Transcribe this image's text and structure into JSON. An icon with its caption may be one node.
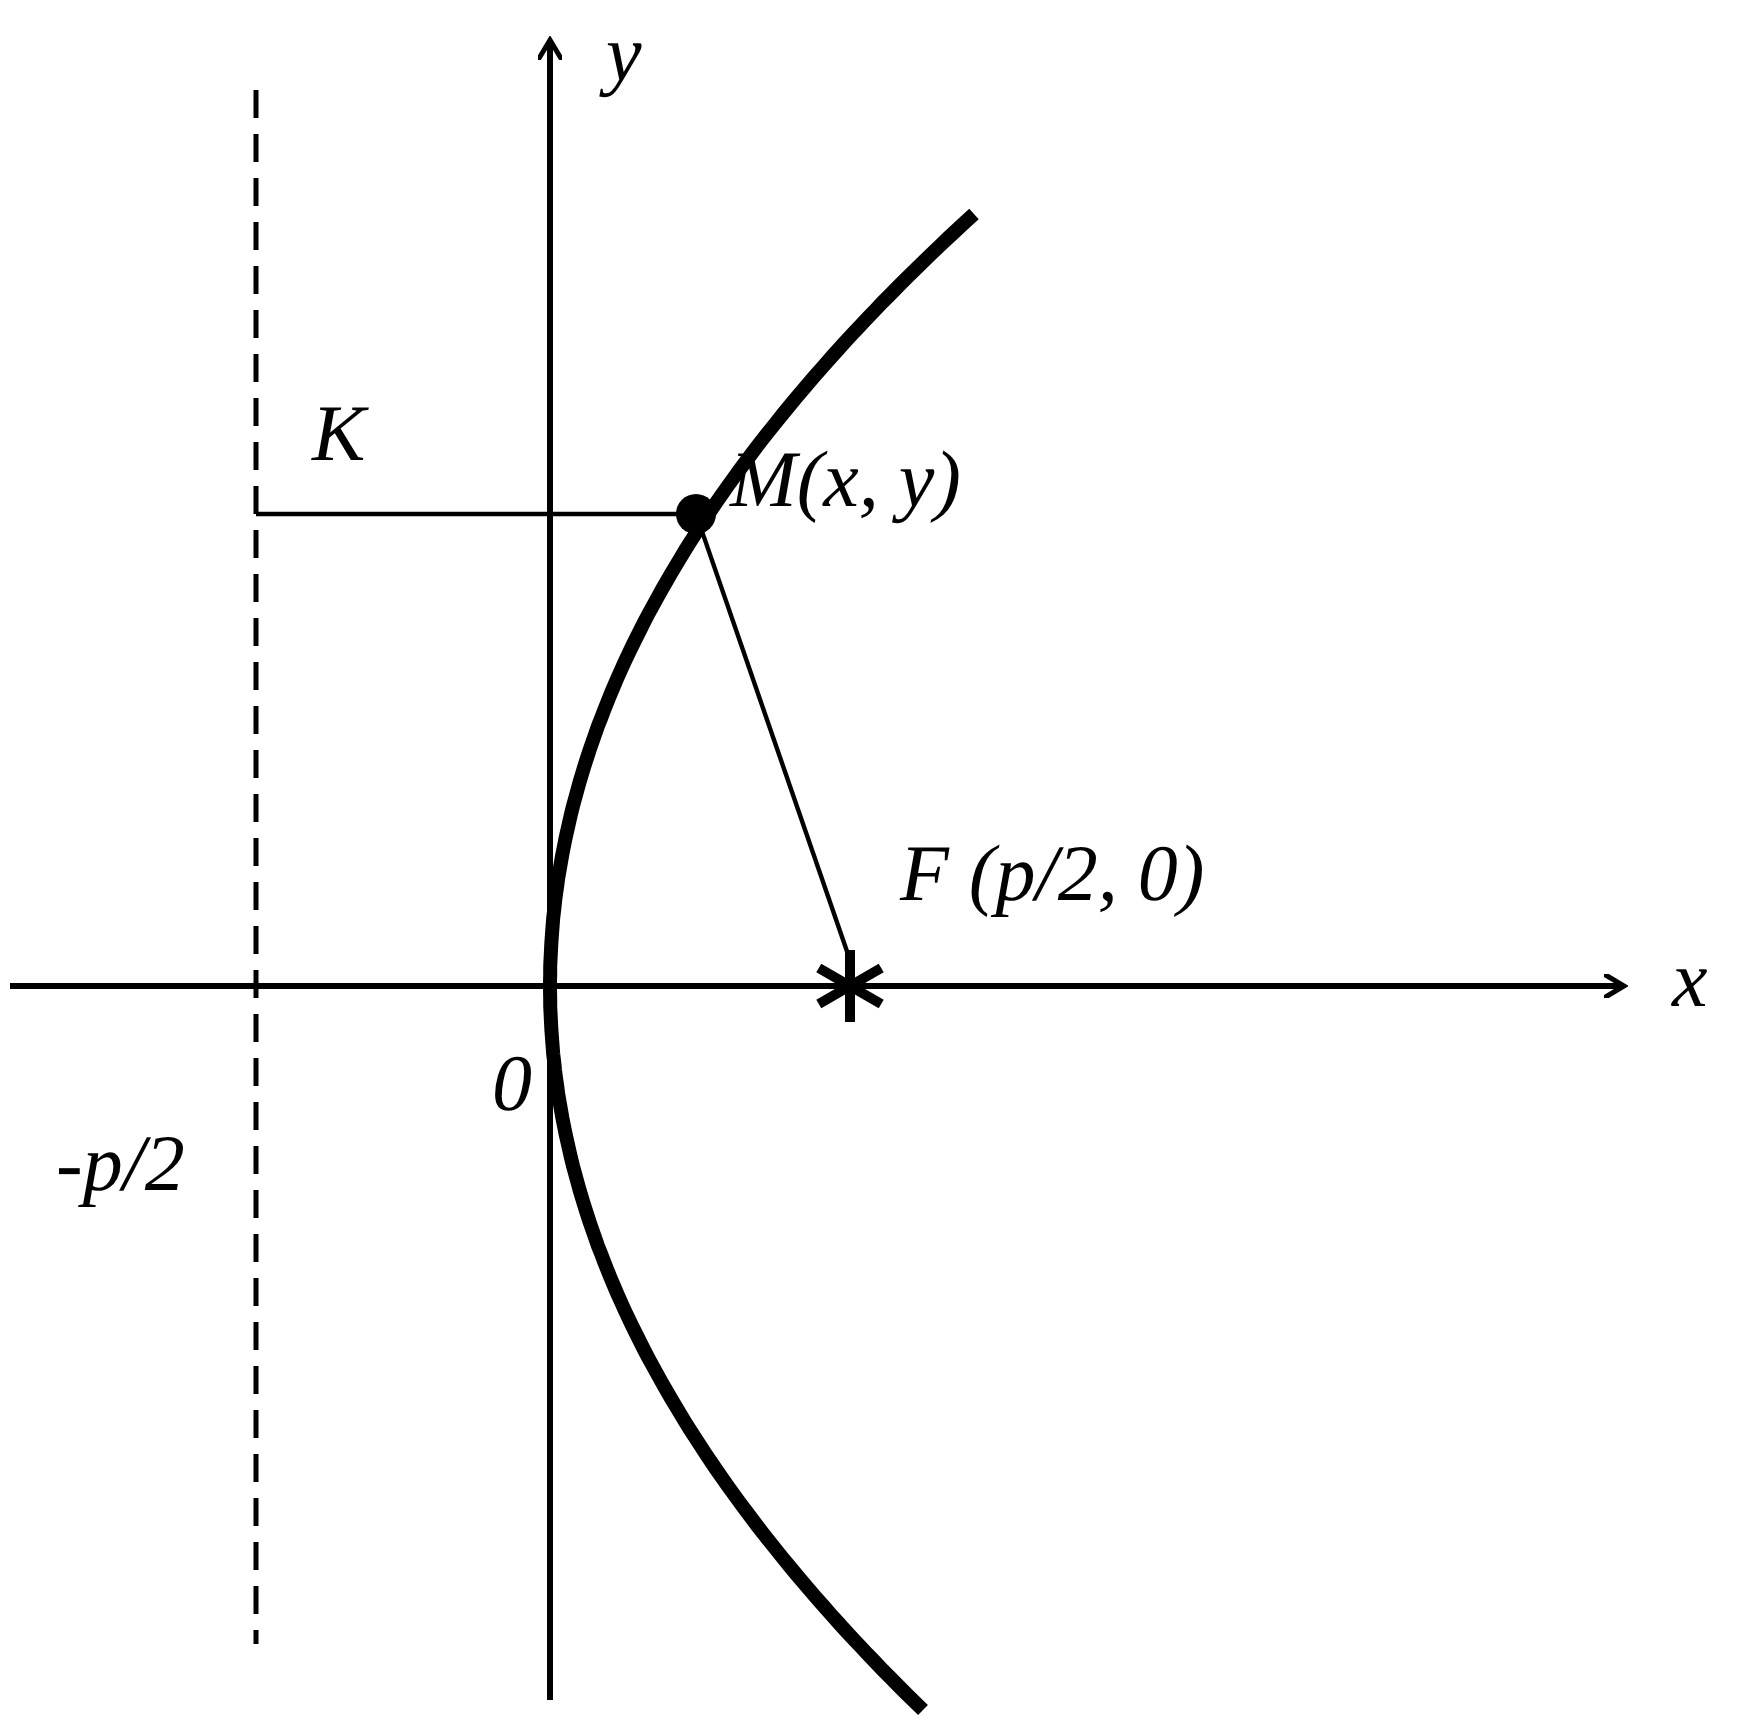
{
  "diagram": {
    "nodes": [
      {
        "text": [
          "K"
        ]
      },
      {
        "text": [
          "M(x, y)"
        ]
      },
      {
        "text": [
          "F (p/2, 0)"
        ]
      }
    ],
    "edges": [
      {
        "from": 0,
        "to": 1,
        "arrow": "none"
      },
      {
        "from": 1,
        "to": 2,
        "arrow": "none"
      }
    ],
    "labels": [
      "y",
      "x",
      "0",
      "-p/2"
    ]
  }
}
